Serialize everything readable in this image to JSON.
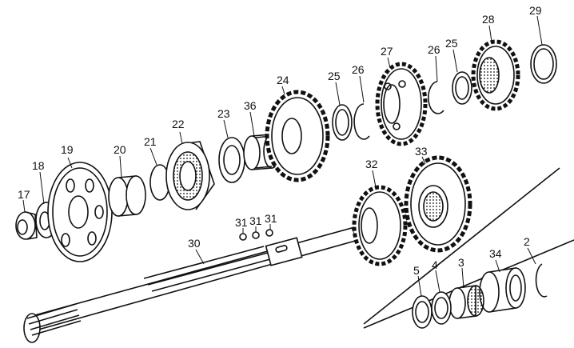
{
  "diagram": {
    "line_color": "#111111",
    "fill_color": "#ffffff",
    "shade_color": "#d6d6d6",
    "callouts": {
      "c2": "2",
      "c3": "3",
      "c4": "4",
      "c5": "5",
      "c17": "17",
      "c18": "18",
      "c19": "19",
      "c20": "20",
      "c21": "21",
      "c22": "22",
      "c23": "23",
      "c24": "24",
      "c25a": "25",
      "c25b": "25",
      "c26a": "26",
      "c26b": "26",
      "c27": "27",
      "c28": "28",
      "c29": "29",
      "c30": "30",
      "c31a": "31",
      "c31b": "31",
      "c31c": "31",
      "c32": "32",
      "c33": "33",
      "c34": "34",
      "c36": "36"
    }
  }
}
